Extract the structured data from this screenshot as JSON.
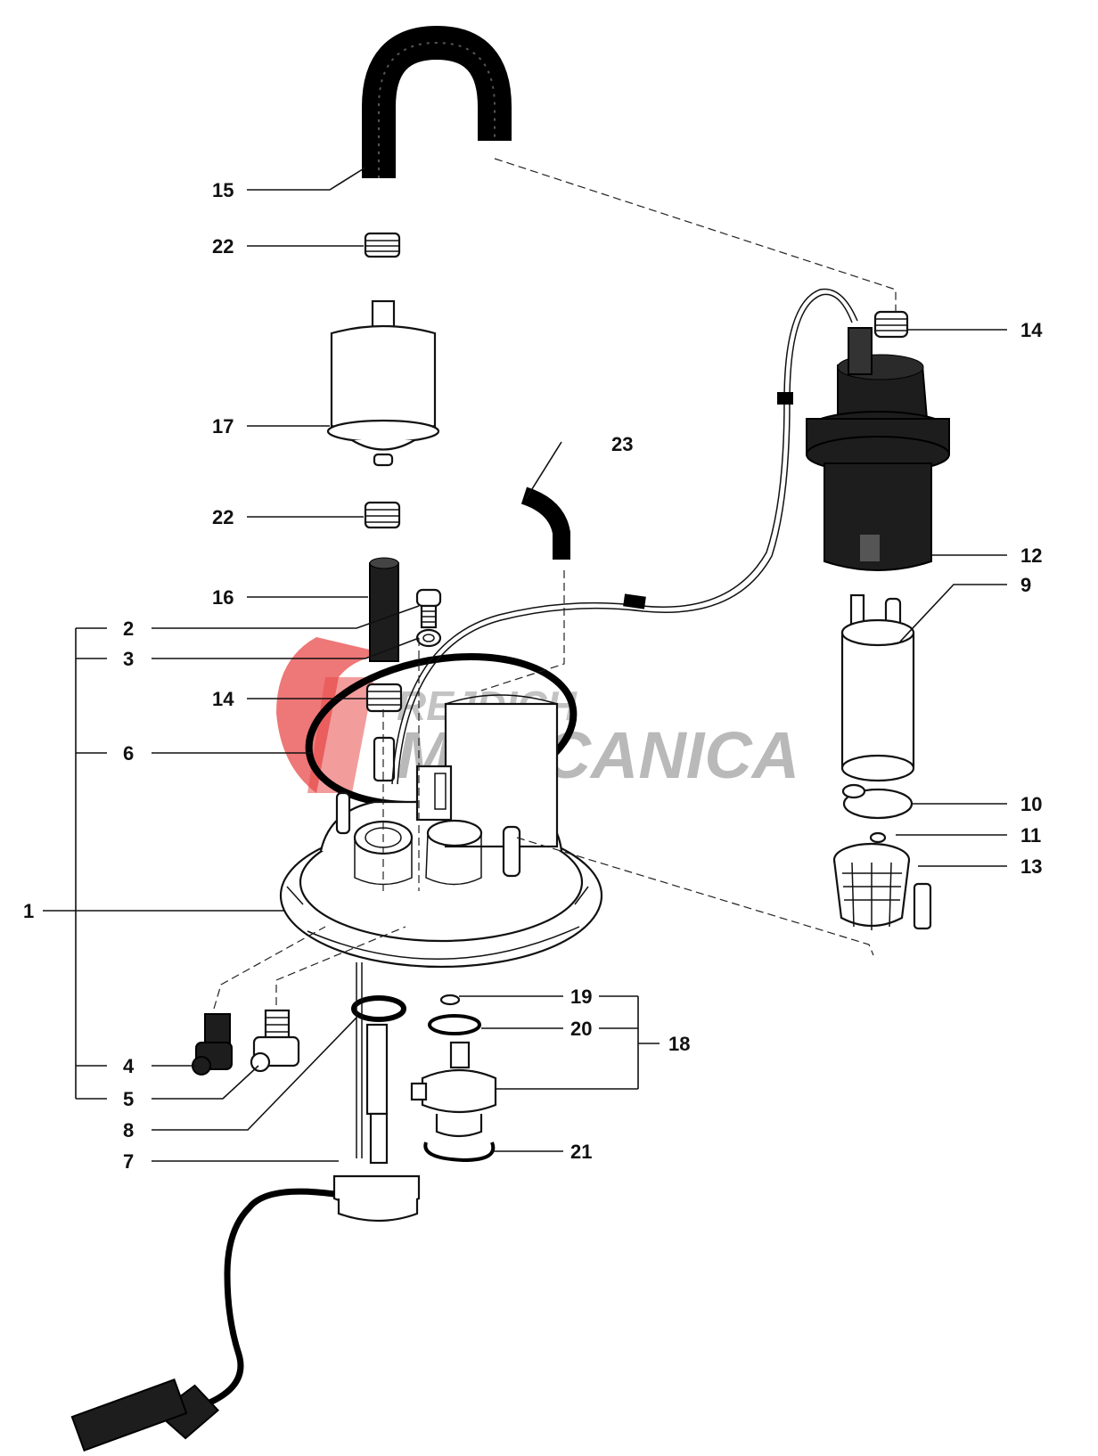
{
  "watermark": {
    "line1": "REJDICH",
    "line2": "MECCANICA",
    "accent_color": "#e84a4a"
  },
  "labels": {
    "l1": "1",
    "l2": "2",
    "l3": "3",
    "l4": "4",
    "l5": "5",
    "l6": "6",
    "l7": "7",
    "l8": "8",
    "l9": "9",
    "l10": "10",
    "l11": "11",
    "l12": "12",
    "l13": "13",
    "l14a": "14",
    "l14b": "14",
    "l15": "15",
    "l16": "16",
    "l17": "17",
    "l18": "18",
    "l19": "19",
    "l20": "20",
    "l21": "21",
    "l22a": "22",
    "l22b": "22",
    "l23": "23"
  }
}
